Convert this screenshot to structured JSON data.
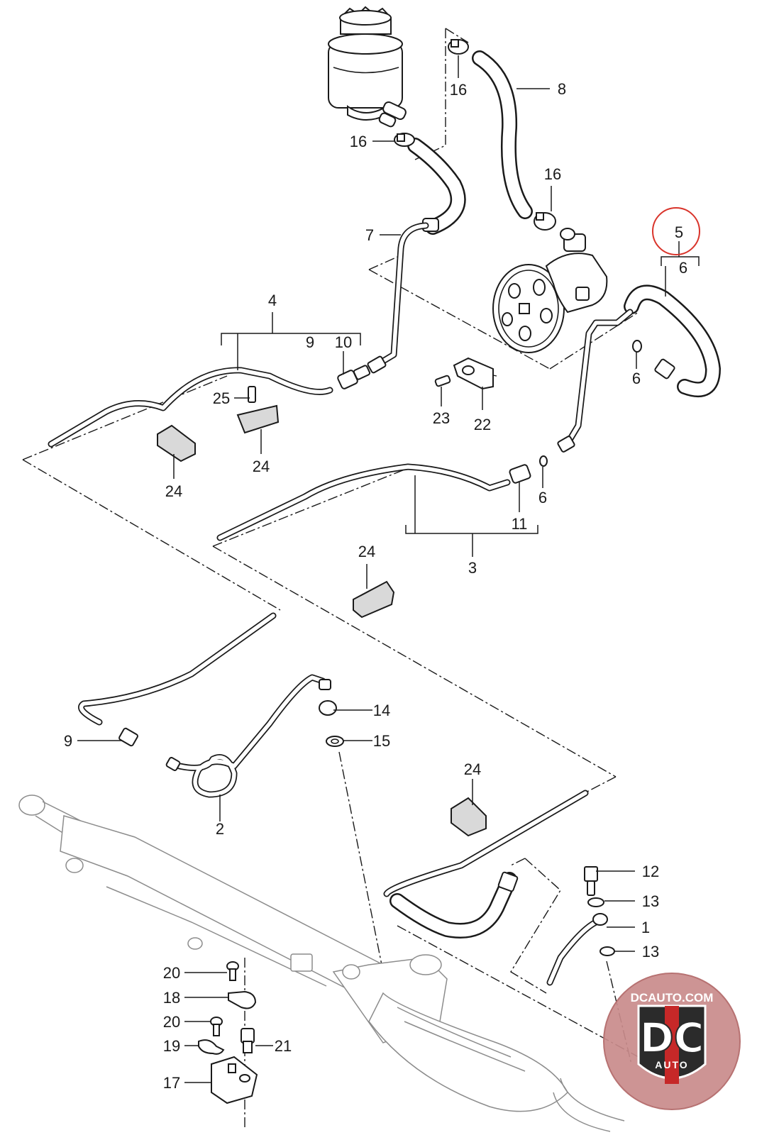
{
  "diagram": {
    "part_labels": {
      "p1": "1",
      "p2": "2",
      "p3": "3",
      "p4": "4",
      "p5": "5",
      "p6a": "6",
      "p6b": "6",
      "p6c": "6",
      "p7": "7",
      "p8": "8",
      "p9a": "9",
      "p9b": "9",
      "p10": "10",
      "p11": "11",
      "p12": "12",
      "p13a": "13",
      "p13b": "13",
      "p14": "14",
      "p15": "15",
      "p16a": "16",
      "p16b": "16",
      "p16c": "16",
      "p17": "17",
      "p18": "18",
      "p19": "19",
      "p20a": "20",
      "p20b": "20",
      "p21": "21",
      "p22": "22",
      "p23": "23",
      "p24a": "24",
      "p24b": "24",
      "p24c": "24",
      "p24d": "24",
      "p25": "25"
    },
    "highlight_color": "#d9342b",
    "watermark": {
      "site": "DCAUTO.COM",
      "monogram": "DC",
      "word": "AUTO"
    }
  }
}
